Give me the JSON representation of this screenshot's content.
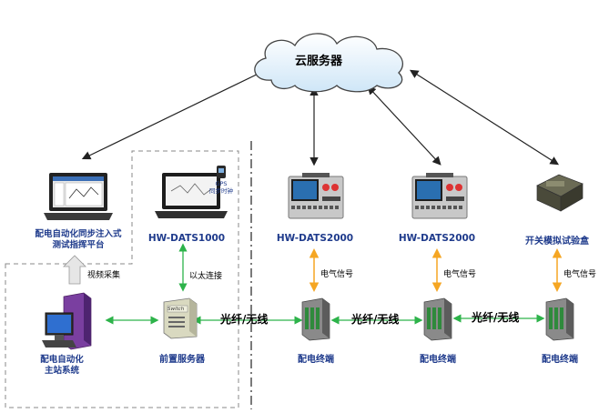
{
  "cloud": {
    "label": "云服务器"
  },
  "nodes": {
    "sync_platform": "配电自动化同步注入式\n测试指挥平台",
    "hw1000": "HW-DATS1000",
    "gps": "GPS\n同步时钟",
    "hw2000_a": "HW-DATS2000",
    "hw2000_b": "HW-DATS2000",
    "switch_box": "开关模拟试验盒",
    "master": "配电自动化\n主站系统",
    "front_server": "前置服务器",
    "terminal_a": "配电终端",
    "terminal_b": "配电终端",
    "terminal_c": "配电终端",
    "switch_text": "Switch"
  },
  "links": {
    "video": "视频采集",
    "ethernet": "以太连接",
    "elec_a": "电气信号",
    "elec_b": "电气信号",
    "elec_c": "电气信号",
    "fiber_a": "光纤/无线",
    "fiber_b": "光纤/无线",
    "fiber_c": "光纤/无线"
  },
  "colors": {
    "green_arrow": "#2db34a",
    "blue_label": "#1f3b8c",
    "black_arrow": "#222222"
  }
}
